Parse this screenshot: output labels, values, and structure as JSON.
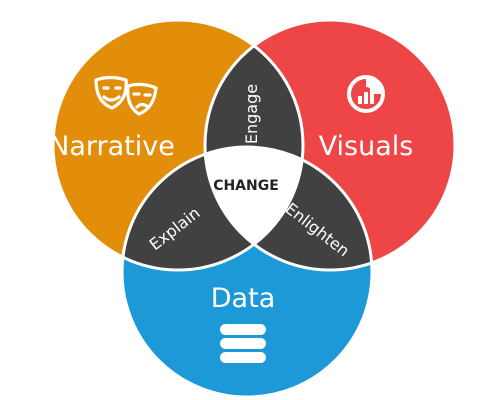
{
  "circles": {
    "narrative": {
      "label": "Narrative",
      "color": "#E38E0B",
      "icon": "theater-masks-icon"
    },
    "visuals": {
      "label": "Visuals",
      "color": "#EE4546",
      "icon": "chart-badge-icon"
    },
    "data": {
      "label": "Data",
      "color": "#1E99D8",
      "icon": "database-icon"
    }
  },
  "overlaps": {
    "narrative_visuals": {
      "label": "Engage",
      "color": "#414141"
    },
    "narrative_data": {
      "label": "Explain",
      "color": "#414141"
    },
    "visuals_data": {
      "label": "Enlighten",
      "color": "#414141"
    }
  },
  "center": {
    "label": "CHANGE",
    "color": "#ffffff"
  }
}
